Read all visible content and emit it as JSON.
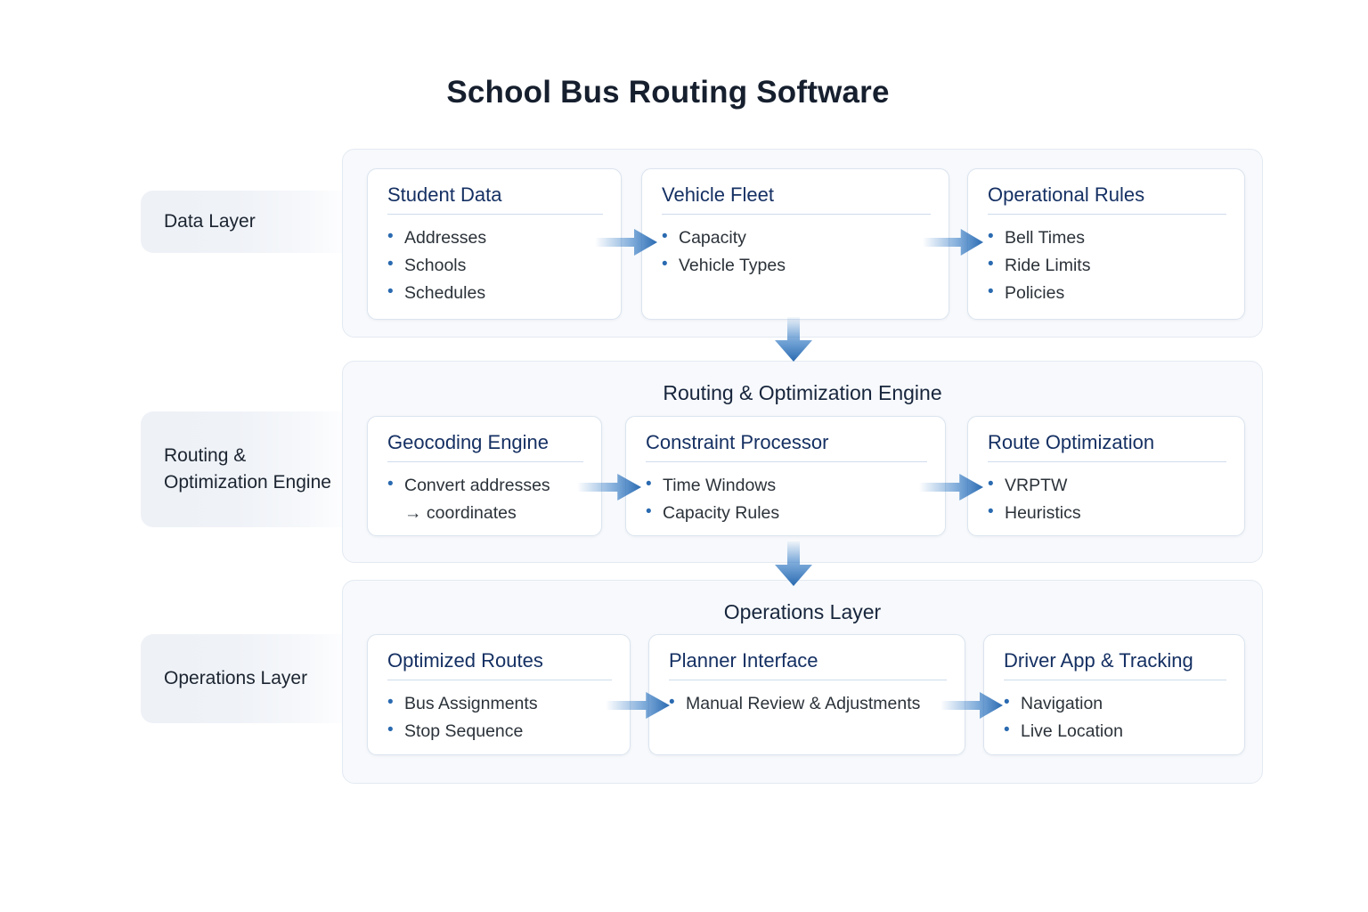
{
  "title": "School Bus Routing Software",
  "side_labels": [
    {
      "text": "Data Layer"
    },
    {
      "text": "Routing & Optimization Engine"
    },
    {
      "text": "Operations Layer"
    }
  ],
  "layers": [
    {
      "id": "data-layer",
      "group_title": "",
      "cards": [
        {
          "title": "Student Data",
          "items": [
            "Addresses",
            "Schools",
            "Schedules"
          ]
        },
        {
          "title": "Vehicle Fleet",
          "items": [
            "Capacity",
            "Vehicle Types"
          ]
        },
        {
          "title": "Operational Rules",
          "items": [
            "Bell Times",
            "Ride Limits",
            "Policies"
          ]
        }
      ]
    },
    {
      "id": "routing-layer",
      "group_title": "Routing & Optimization Engine",
      "cards": [
        {
          "title": "Geocoding Engine",
          "items": [
            "Convert addresses",
            "→ coordinates"
          ]
        },
        {
          "title": "Constraint Processor",
          "items": [
            "Time Windows",
            "Capacity Rules"
          ]
        },
        {
          "title": "Route Optimization",
          "items": [
            "VRPTW",
            "Heuristics"
          ]
        }
      ]
    },
    {
      "id": "operations-layer",
      "group_title": "Operations Layer",
      "cards": [
        {
          "title": "Optimized Routes",
          "items": [
            "Bus Assignments",
            "Stop Sequence"
          ]
        },
        {
          "title": "Planner Interface",
          "items": [
            "Manual Review & Adjustments"
          ]
        },
        {
          "title": "Driver App & Tracking",
          "items": [
            "Navigation",
            "Live Location"
          ]
        }
      ]
    }
  ],
  "arrows": {
    "horizontal_count": 6,
    "vertical_count": 2,
    "icon": "arrow-right-icon",
    "icon_vertical": "arrow-down-icon"
  },
  "colors": {
    "accent": "#2a6ab0",
    "arrow": "#2f78c4",
    "card_title": "#153063",
    "group_title": "#17253c",
    "page_title": "#161f2e",
    "body_text": "#2b3239",
    "panel_bg": "#f7f9fc",
    "card_bg": "#ffffff",
    "rule": "#cfdcec",
    "page_bg": "#ffffff"
  }
}
